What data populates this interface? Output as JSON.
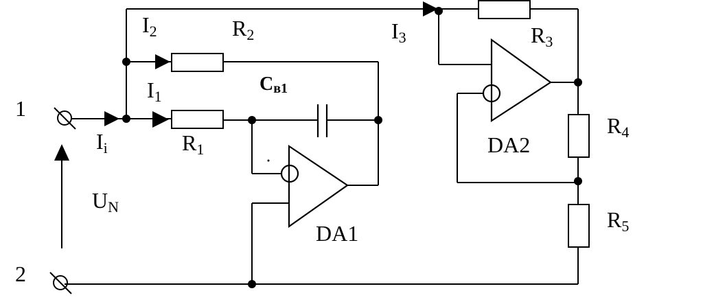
{
  "terminals": {
    "t1": "1",
    "t2": "2"
  },
  "voltage": {
    "letter": "U",
    "sub": "N"
  },
  "currents": {
    "i_in": {
      "letter": "I",
      "sub": "i"
    },
    "i1": {
      "letter": "I",
      "sub": "1"
    },
    "i2": {
      "letter": "I",
      "sub": "2"
    },
    "i3": {
      "letter": "I",
      "sub": "3"
    }
  },
  "resistors": {
    "r1": {
      "letter": "R",
      "sub": "1"
    },
    "r2": {
      "letter": "R",
      "sub": "2"
    },
    "r3": {
      "letter": "R",
      "sub": "3"
    },
    "r4": {
      "letter": "R",
      "sub": "4"
    },
    "r5": {
      "letter": "R",
      "sub": "5"
    }
  },
  "capacitor": {
    "letter": "C",
    "sub": "в1"
  },
  "amplifiers": {
    "da1": "DA1",
    "da2": "DA2"
  }
}
